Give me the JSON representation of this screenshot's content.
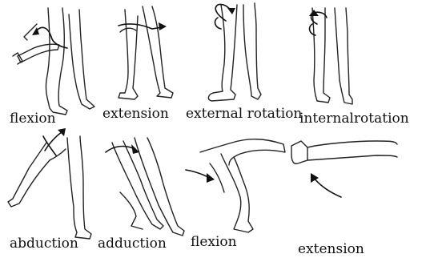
{
  "panels": [
    {
      "id": "hip-flexion",
      "label": "flexion"
    },
    {
      "id": "hip-extension",
      "label": "extension"
    },
    {
      "id": "hip-external-rotation",
      "label": "external rotation"
    },
    {
      "id": "hip-internal-rotation",
      "label": "internalrotation"
    },
    {
      "id": "hip-abduction",
      "label": "abduction"
    },
    {
      "id": "hip-adduction",
      "label": "adduction"
    },
    {
      "id": "knee-flexion",
      "label": "flexion"
    },
    {
      "id": "knee-extension",
      "label": "extension"
    }
  ]
}
